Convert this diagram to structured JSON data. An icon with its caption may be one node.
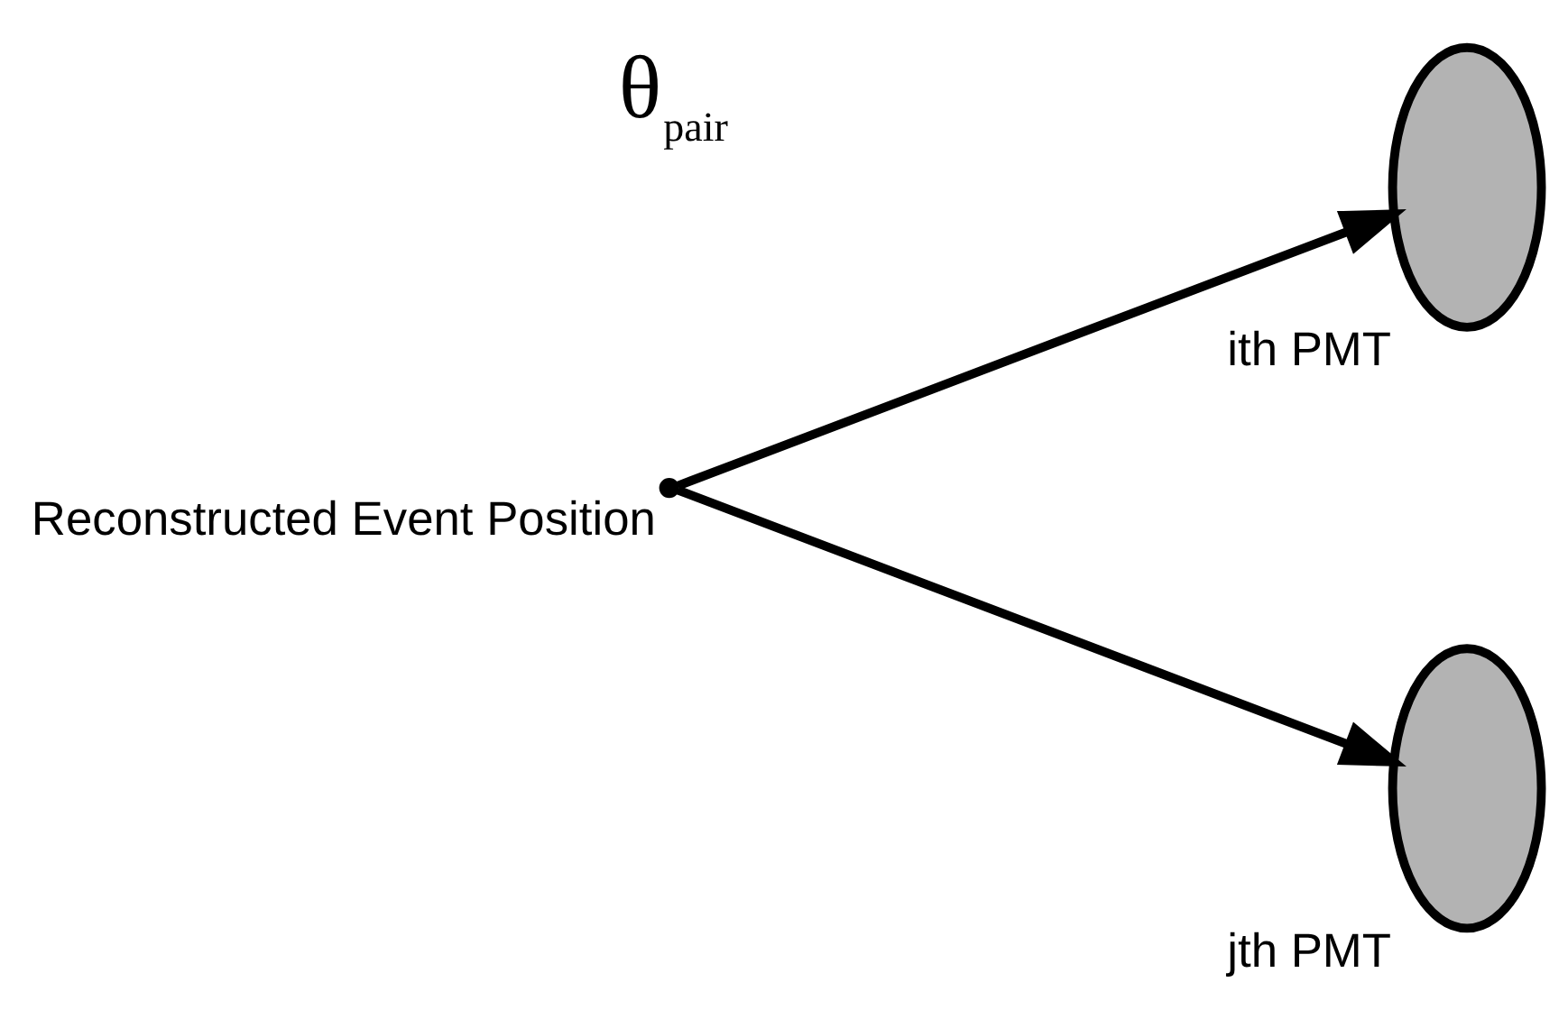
{
  "diagram": {
    "nodes": [
      {
        "text": [],
        "shape": "point",
        "beside": [
          "Reconstructed Event Position"
        ]
      },
      {
        "text": [
          "ith PMT"
        ]
      },
      {
        "text": [
          "jth PMT"
        ]
      }
    ],
    "edges": [
      {
        "from": 0,
        "to": 1,
        "arrow": "to"
      },
      {
        "from": 0,
        "to": 2,
        "arrow": "to"
      }
    ],
    "labels": [
      "θ$_{pair}$"
    ]
  }
}
